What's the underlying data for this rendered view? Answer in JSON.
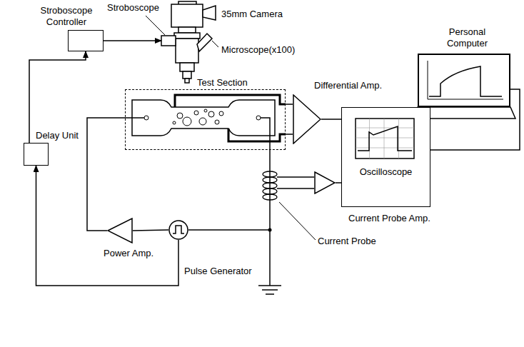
{
  "diagram": {
    "nodes": [
      {
        "text": [
          "Stroboscope Controller"
        ]
      },
      {
        "text": [
          "Personal Computer"
        ]
      },
      {
        "text": [
          "Test Section"
        ]
      },
      {
        "text": [
          "Delay Unit"
        ]
      },
      {
        "text": [
          "Differential Amp."
        ]
      },
      {
        "text": [
          "Oscilloscope"
        ]
      },
      {
        "text": [
          "Current Probe Amp."
        ]
      },
      {
        "text": [
          "Power Amp."
        ]
      },
      {
        "text": [
          "Pulse Generator"
        ]
      }
    ],
    "edges": [
      {
        "from": 3,
        "to": 0,
        "arrow": "to"
      },
      {
        "from": 8,
        "to": 3,
        "arrow": "to"
      },
      {
        "from": 8,
        "to": 7,
        "arrow": "none"
      },
      {
        "from": 7,
        "to": 2,
        "arrow": "none"
      },
      {
        "from": 2,
        "to": 4,
        "arrow": "none"
      },
      {
        "from": 4,
        "to": 5,
        "arrow": "none"
      },
      {
        "from": 6,
        "to": 5,
        "arrow": "none"
      },
      {
        "from": 5,
        "to": 1,
        "arrow": "none"
      }
    ],
    "labels": [
      "Stroboscope",
      "35mm Camera",
      "Microscope(x100)",
      "Current Probe"
    ]
  }
}
